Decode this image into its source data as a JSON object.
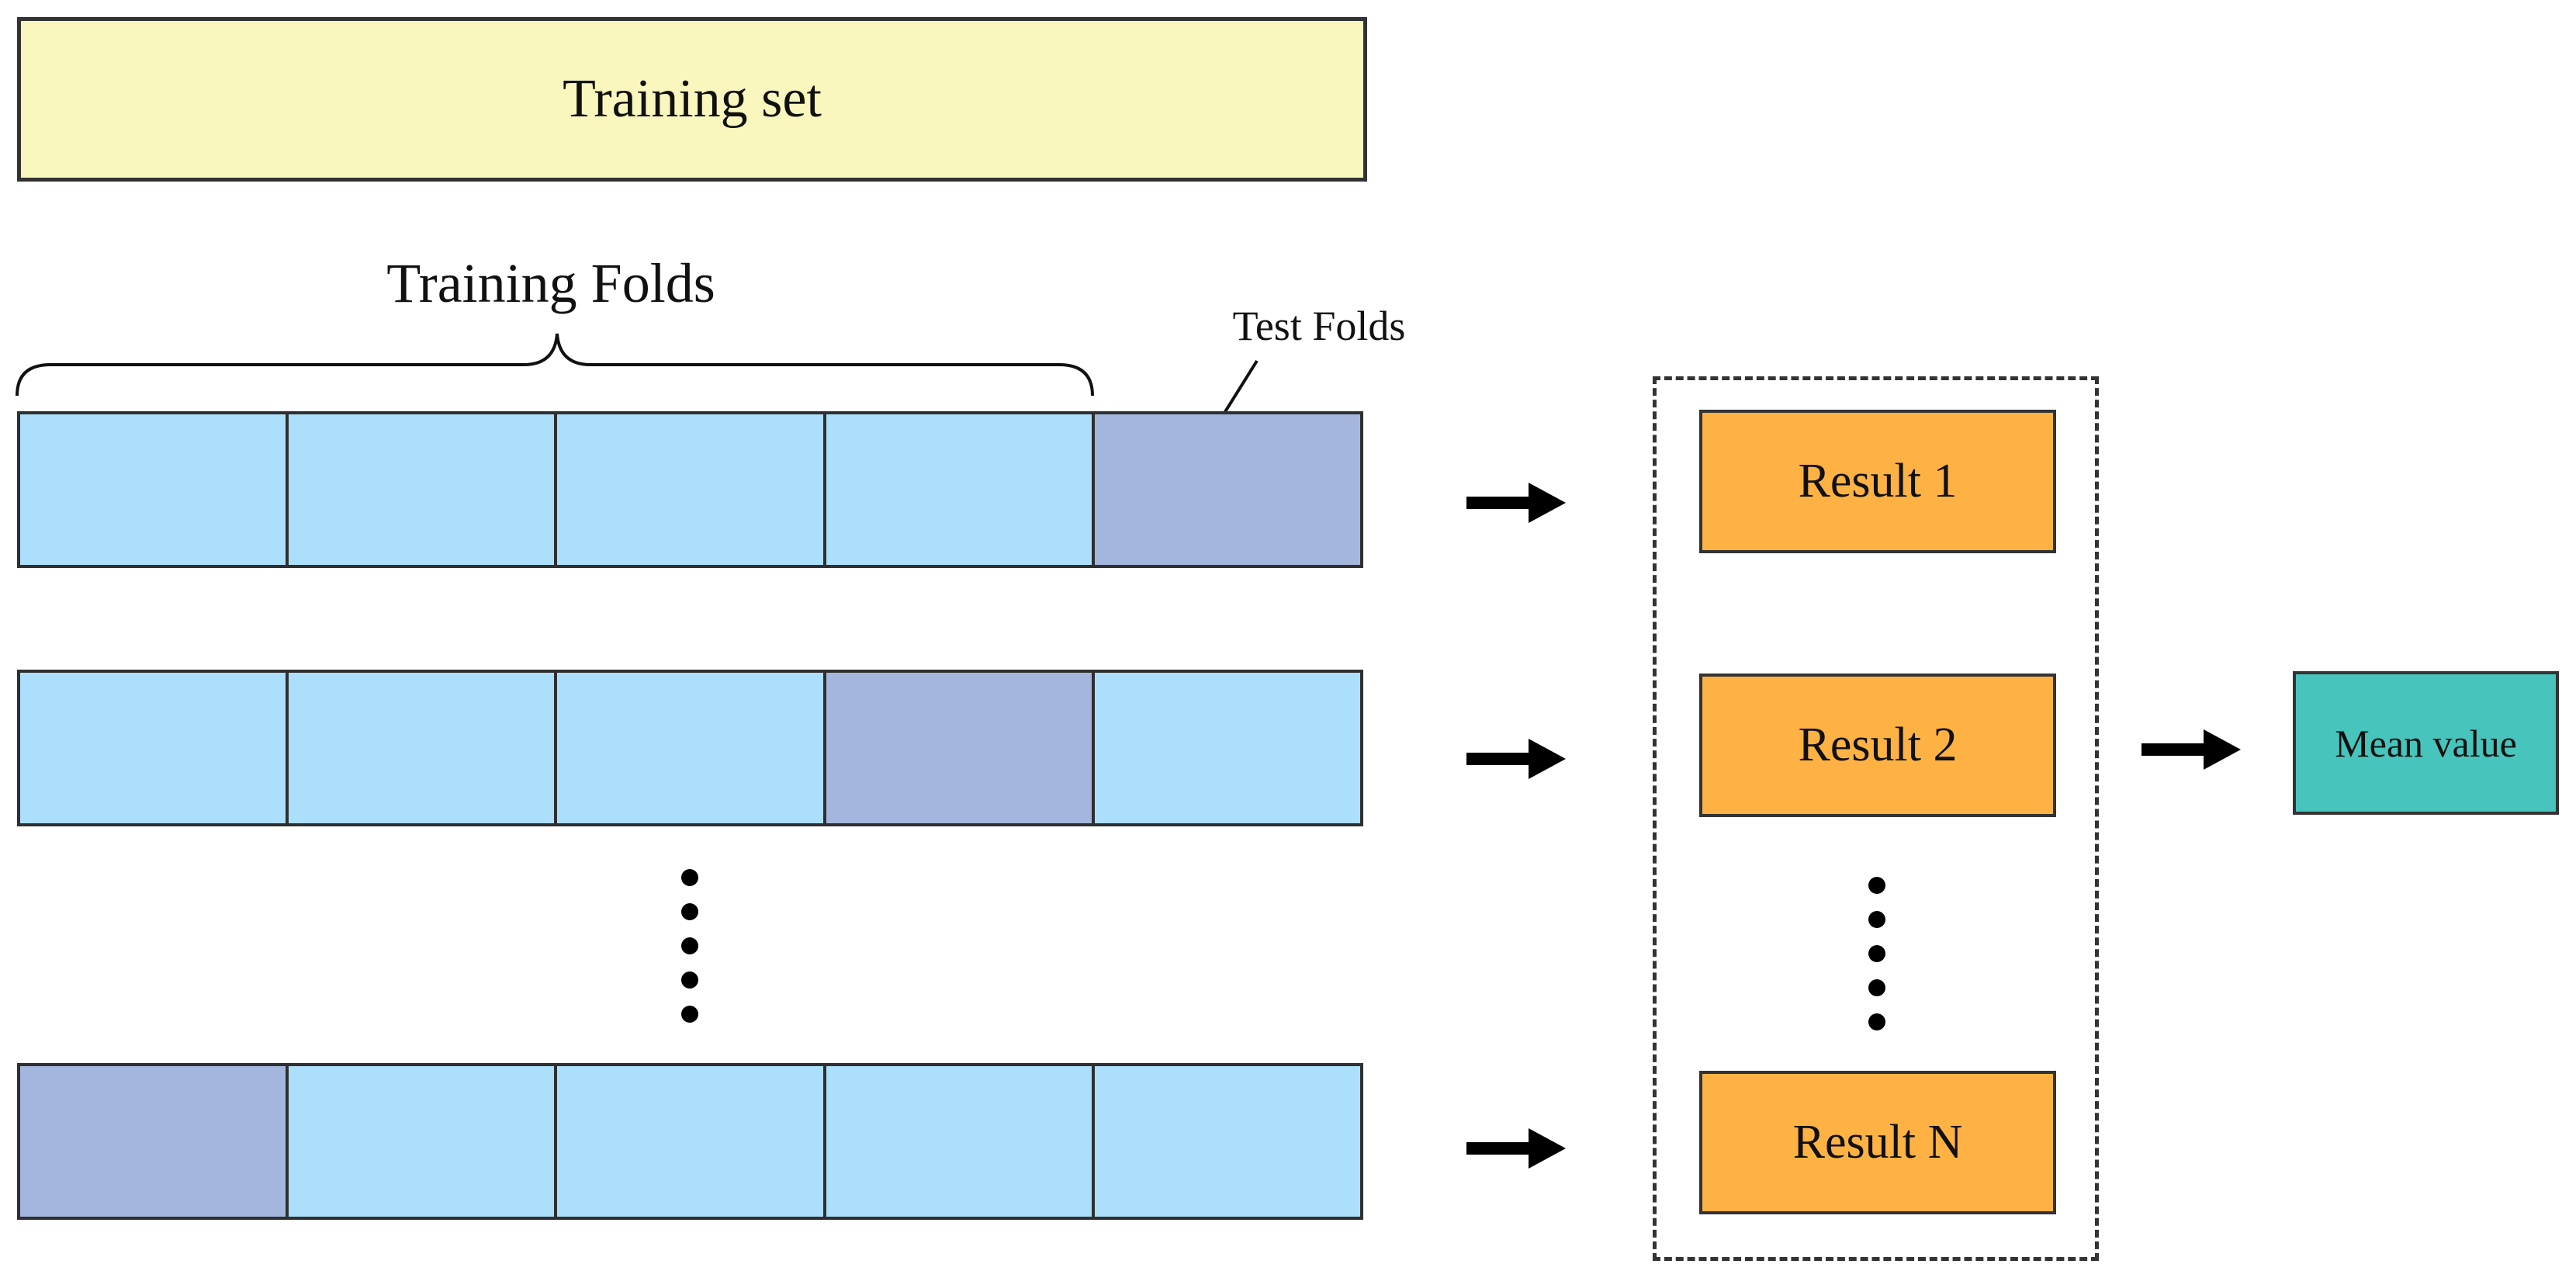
{
  "texts": {
    "training_set": "Training set",
    "training_folds": "Training Folds",
    "test_folds": "Test Folds",
    "mean_value": "Mean value"
  },
  "colors": {
    "training_set_fill": "#FAF7BE",
    "training_fold": "#ACDFFB",
    "test_fold": "#A4B6DE",
    "result_fill": "#FFB244",
    "mean_fill": "#47C4BB",
    "line": "#333333",
    "arrow": "#000000"
  },
  "rows": [
    {
      "cells": [
        "training",
        "training",
        "training",
        "training",
        "test"
      ]
    },
    {
      "cells": [
        "training",
        "training",
        "training",
        "test",
        "training"
      ]
    },
    {
      "cells": [
        "test",
        "training",
        "training",
        "training",
        "training"
      ]
    }
  ],
  "results": [
    "Result 1",
    "Result 2",
    "Result N"
  ]
}
